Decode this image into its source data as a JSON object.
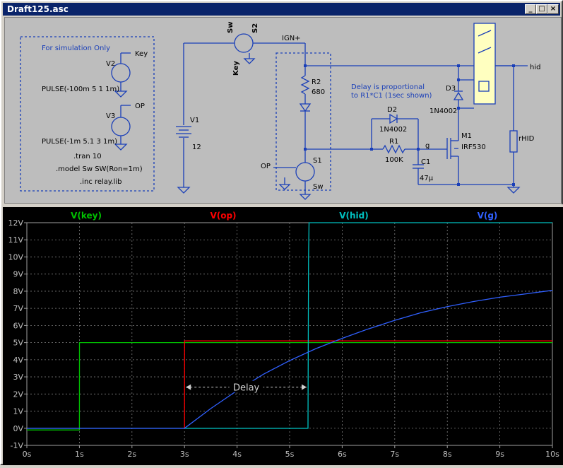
{
  "window": {
    "title": "Draft125.asc",
    "buttons": {
      "minimize": "_",
      "maximize": "□",
      "close": "×"
    }
  },
  "schematic": {
    "sim_box": {
      "heading": "For simulation Only",
      "v2_name": "V2",
      "v2_net": "Key",
      "v2_value": "PULSE(-100m 5 1 1m)",
      "v3_name": "V3",
      "v3_net": "OP",
      "v3_value": "PULSE(-1m 5.1 3 1m)",
      "directive_tran": ".tran 10",
      "directive_model": ".model Sw SW(Ron=1m)",
      "directive_inc": ".inc relay.lib"
    },
    "v1_name": "V1",
    "v1_value": "12",
    "sw_label": "Sw",
    "s2_label": "S2",
    "key_label": "Key",
    "ign_label": "IGN+",
    "r2_name": "R2",
    "r2_value": "680",
    "op_label": "OP",
    "s1_name": "S1",
    "s1_sw": "Sw",
    "note_line1": "Delay is proportional",
    "note_line2": "to R1*C1 (1sec shown)",
    "d2_name": "D2",
    "d2_value": "1N4002",
    "r1_name": "R1",
    "r1_value": "100K",
    "g_label": "g",
    "c1_name": "C1",
    "c1_value": "47µ",
    "m1_name": "M1",
    "m1_value": "IRF530",
    "d3_name": "D3",
    "d3_value": "1N4002",
    "hid_label": "hid",
    "rhid_name": "rHID"
  },
  "chart_data": {
    "type": "line",
    "title": "",
    "xlabel": "",
    "ylabel": "",
    "xlim": [
      0,
      10
    ],
    "ylim": [
      -1,
      12
    ],
    "x_ticks": [
      "0s",
      "1s",
      "2s",
      "3s",
      "4s",
      "5s",
      "6s",
      "7s",
      "8s",
      "9s",
      "10s"
    ],
    "y_ticks": [
      "-1V",
      "0V",
      "1V",
      "2V",
      "3V",
      "4V",
      "5V",
      "6V",
      "7V",
      "8V",
      "9V",
      "10V",
      "11V",
      "12V"
    ],
    "grid": true,
    "annotation": "Delay",
    "series": [
      {
        "name": "V(key)",
        "color": "#00c000",
        "x": [
          0,
          1,
          1.001,
          10
        ],
        "y": [
          -0.1,
          -0.1,
          5,
          5
        ]
      },
      {
        "name": "V(op)",
        "color": "#ff0000",
        "x": [
          0,
          3,
          3.001,
          10
        ],
        "y": [
          0,
          0,
          5.1,
          5.1
        ]
      },
      {
        "name": "V(hid)",
        "color": "#00c0c0",
        "x": [
          0,
          5.35,
          5.36,
          5.37,
          10
        ],
        "y": [
          0,
          0,
          10,
          12,
          12
        ]
      },
      {
        "name": "V(g)",
        "color": "#3060ff",
        "x": [
          0,
          3,
          3.5,
          4,
          4.5,
          5,
          5.5,
          6,
          6.5,
          7,
          7.5,
          8,
          8.5,
          9,
          9.5,
          10
        ],
        "y": [
          0,
          0,
          1.15,
          2.2,
          3.15,
          3.95,
          4.65,
          5.25,
          5.8,
          6.3,
          6.75,
          7.1,
          7.4,
          7.65,
          7.85,
          8.05
        ]
      }
    ]
  }
}
